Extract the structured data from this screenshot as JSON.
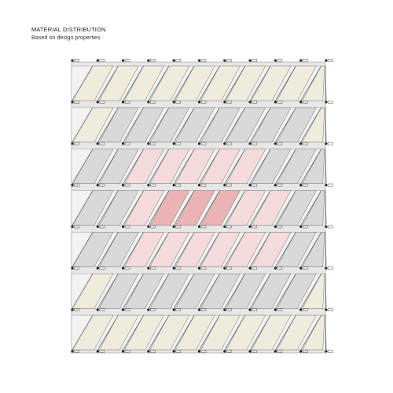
{
  "header": {
    "title": "MATERIAL DISTRIBUTION",
    "subtitle": "Based on design properties"
  },
  "colors": {
    "background": "#ffffff",
    "frame": "#e7e7e7",
    "frame_line": "#9a9a9a",
    "strip": "#f3f3f3",
    "beige": "#efecdd",
    "gray": "#d9d9d9",
    "pink": "#f5dbdc",
    "red": "#eab3b5",
    "outline": "#8a8a8a"
  },
  "grid": {
    "rows": 7,
    "cols": 10,
    "materials": [
      [
        "beige",
        "beige",
        "beige",
        "beige",
        "beige",
        "beige",
        "beige",
        "beige",
        "beige",
        "beige"
      ],
      [
        "beige",
        "gray",
        "gray",
        "gray",
        "gray",
        "gray",
        "gray",
        "gray",
        "gray",
        "beige"
      ],
      [
        "gray",
        "gray",
        "pink",
        "pink",
        "pink",
        "pink",
        "pink",
        "gray",
        "gray",
        "gray"
      ],
      [
        "gray",
        "gray",
        "pink",
        "red",
        "red",
        "red",
        "pink",
        "pink",
        "gray",
        "gray"
      ],
      [
        "gray",
        "gray",
        "pink",
        "pink",
        "pink",
        "pink",
        "pink",
        "pink",
        "gray",
        "gray"
      ],
      [
        "beige",
        "gray",
        "gray",
        "gray",
        "gray",
        "gray",
        "gray",
        "gray",
        "gray",
        "beige"
      ],
      [
        "beige",
        "beige",
        "beige",
        "beige",
        "beige",
        "beige",
        "beige",
        "beige",
        "beige",
        "beige"
      ]
    ]
  }
}
